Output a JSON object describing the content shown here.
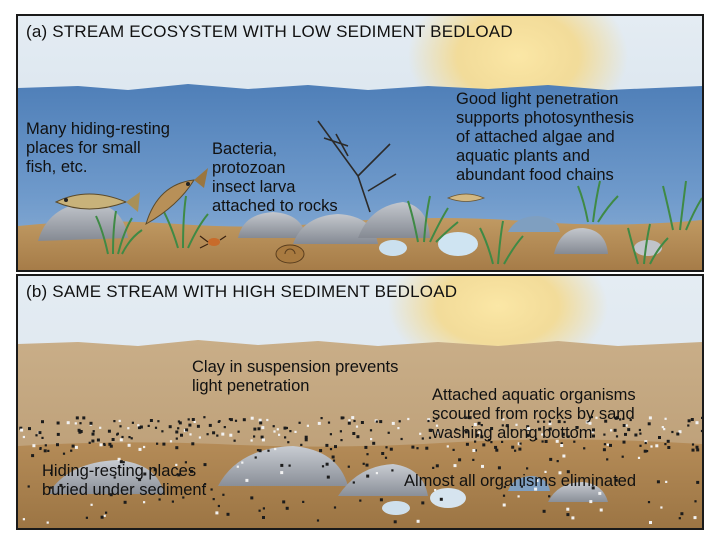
{
  "panel_a": {
    "title": "(a) STREAM ECOSYSTEM WITH LOW SEDIMENT BEDLOAD",
    "label_hiding": [
      "Many hiding-resting",
      "places for small",
      "fish, etc."
    ],
    "label_bacteria": [
      "Bacteria,",
      "protozoan",
      "insect larva",
      "attached to rocks"
    ],
    "label_light": [
      "Good light penetration",
      "supports photosynthesis",
      "of attached algae and",
      "aquatic plants and",
      "abundant food chains"
    ]
  },
  "panel_b": {
    "title": "(b) SAME STREAM WITH HIGH SEDIMENT BEDLOAD",
    "label_clay": [
      "Clay in suspension prevents",
      "light penetration"
    ],
    "label_scoured": [
      "Attached aquatic organisms",
      "scoured from rocks by sand",
      "washing along bottom"
    ],
    "label_buried": [
      "Hiding-resting places",
      "buried under sediment"
    ],
    "label_eliminated": "Almost all organisms eliminated"
  },
  "colors": {
    "clear_water": "#5f8fc4",
    "turbid_water": "#c2a47c",
    "streambed": "#b38a54",
    "sun": "#f5d98a",
    "rock": "#9a9ea6",
    "plant": "#3f8a45"
  },
  "icons": [
    "sun-glow",
    "fish",
    "aquatic-plant",
    "rock",
    "snail",
    "insect-larva",
    "sediment-dots"
  ]
}
